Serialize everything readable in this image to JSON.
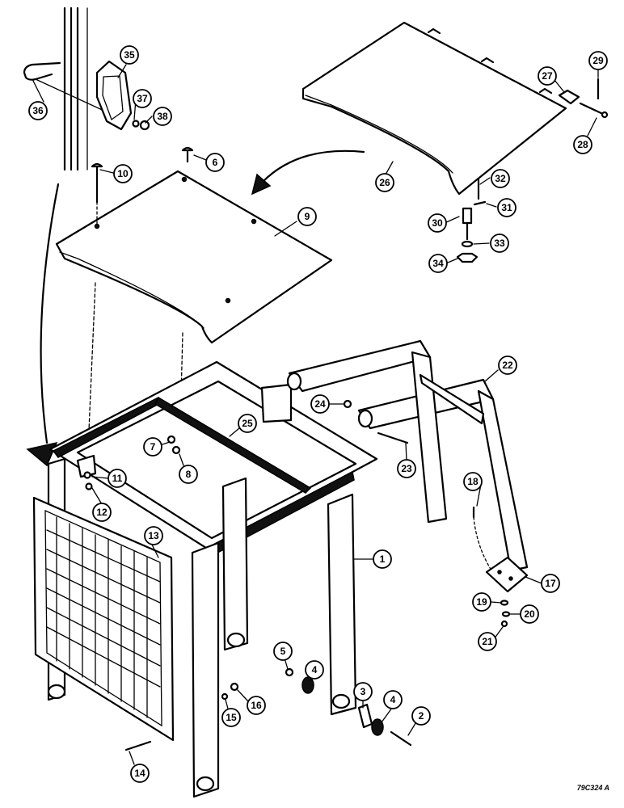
{
  "drawing_code": "79C324 A",
  "callouts": [
    "1",
    "2",
    "3",
    "4",
    "4",
    "5",
    "6",
    "7",
    "8",
    "9",
    "10",
    "11",
    "12",
    "13",
    "14",
    "15",
    "16",
    "17",
    "18",
    "19",
    "20",
    "21",
    "22",
    "23",
    "24",
    "25",
    "26",
    "27",
    "28",
    "29",
    "30",
    "31",
    "32",
    "33",
    "34",
    "35",
    "36",
    "37",
    "38"
  ],
  "colors": {
    "line": "#000000",
    "background": "#ffffff"
  }
}
